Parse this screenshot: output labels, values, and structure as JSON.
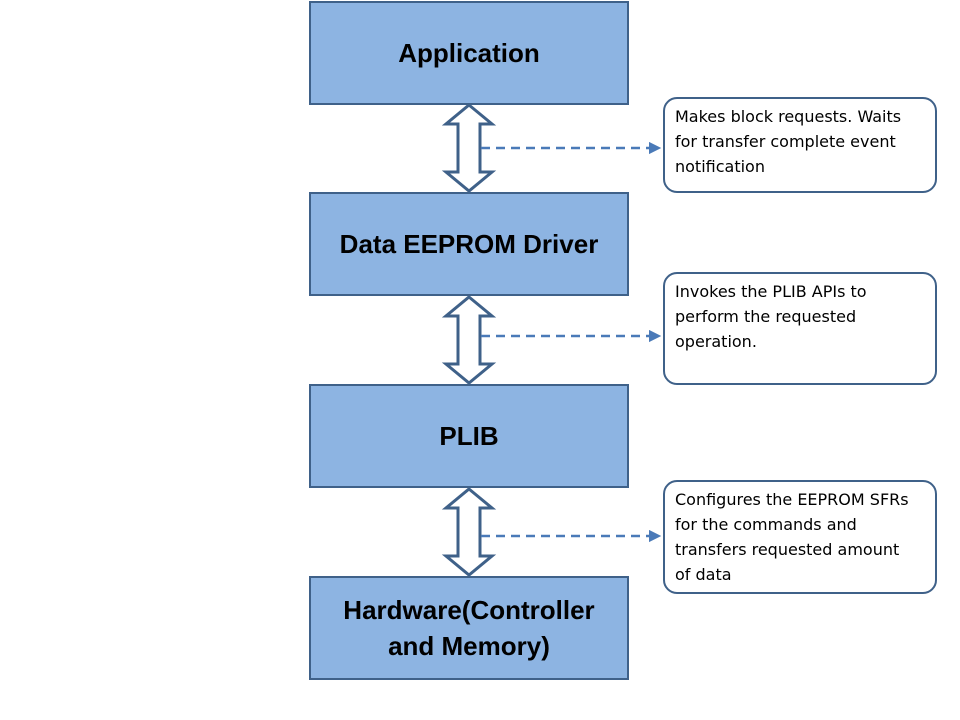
{
  "diagram": {
    "layers": [
      {
        "label": "Application"
      },
      {
        "label": "Data EEPROM Driver"
      },
      {
        "label": "PLIB"
      },
      {
        "label": "Hardware(Controller\nand Memory)"
      }
    ],
    "notes": [
      {
        "text": "Makes block requests.  Waits\nfor transfer complete event\nnotification"
      },
      {
        "text": "Invokes the PLIB APIs to\nperform the requested\noperation."
      },
      {
        "text": "Configures the EEPROM SFRs\nfor the commands and\ntransfers requested amount\nof data"
      }
    ],
    "colors": {
      "box_fill": "#8db4e2",
      "box_border": "#3f6189",
      "arrow_stroke": "#3f6189",
      "dashed_arrow": "#4a7ab8"
    }
  }
}
